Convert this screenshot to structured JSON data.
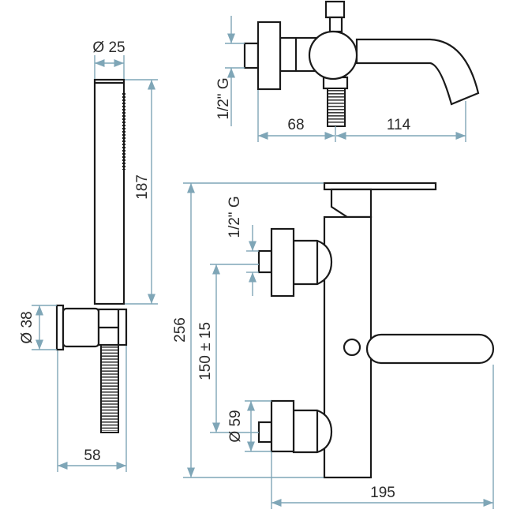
{
  "hand_shower": {
    "diameter_label": "Ø 25",
    "length_label": "187"
  },
  "holder": {
    "diameter_label": "Ø 38",
    "depth_label": "58"
  },
  "top_view": {
    "thread_label": "1/2\" G",
    "body_label": "68",
    "spout_label": "114"
  },
  "front_view": {
    "height_label": "256",
    "thread_label": "1/2\" G",
    "spacing_label": "150 ± 15",
    "flange_label": "Ø 59",
    "width_label": "195"
  },
  "colors": {
    "dimension": "#7fa6b7",
    "outline": "#1a1a1a"
  }
}
